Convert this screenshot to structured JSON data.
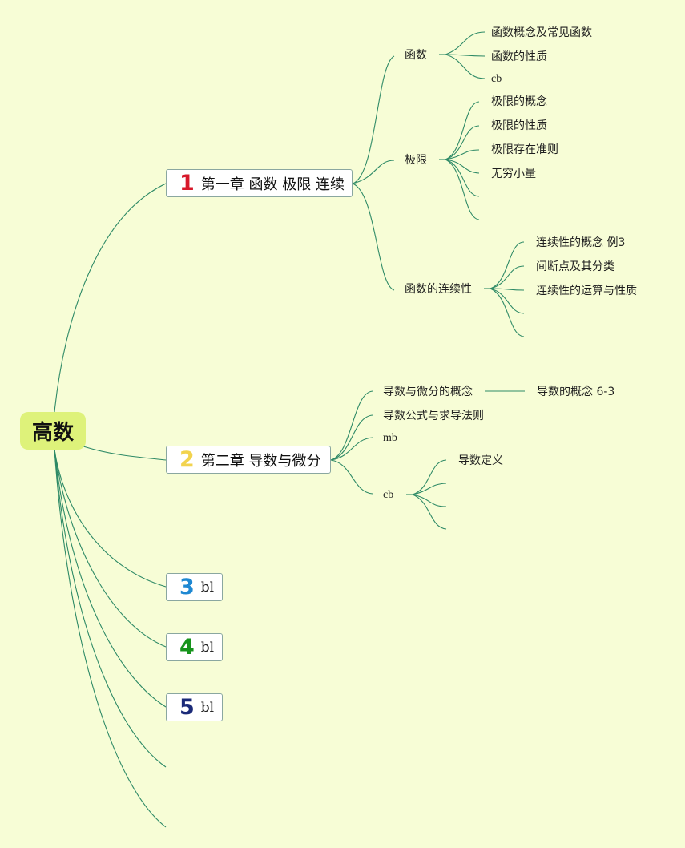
{
  "root": {
    "label": "高数"
  },
  "chapters": [
    {
      "number": "1",
      "number_color": "#d7182a",
      "title": "第一章 函数 极限 连续",
      "topics": [
        {
          "label": "函数",
          "items": [
            "函数概念及常见函数",
            "函数的性质",
            "cb"
          ]
        },
        {
          "label": "极限",
          "items": [
            "极限的概念",
            "极限的性质",
            "极限存在准则",
            "无穷小量",
            "",
            ""
          ]
        },
        {
          "label": "函数的连续性",
          "items": [
            "连续性的概念 例3",
            "间断点及其分类",
            "连续性的运算与性质",
            "",
            ""
          ]
        }
      ]
    },
    {
      "number": "2",
      "number_color": "#f2d34e",
      "title": "第二章 导数与微分",
      "topics": [
        {
          "label": "导数与微分的概念",
          "items": [
            "导数的概念 6-3"
          ]
        },
        {
          "label": "导数公式与求导法则",
          "items": []
        },
        {
          "label": "mb",
          "items": []
        },
        {
          "label": "cb",
          "items": [
            "导数定义",
            "",
            "",
            ""
          ]
        }
      ]
    },
    {
      "number": "3",
      "number_color": "#1e88d2",
      "title": "bl",
      "topics": []
    },
    {
      "number": "4",
      "number_color": "#17941c",
      "title": "bl",
      "topics": []
    },
    {
      "number": "5",
      "number_color": "#1b2a78",
      "title": "bl",
      "topics": []
    }
  ],
  "colors": {
    "background": "#f7fdd6",
    "root_fill": "#def27a",
    "line": "#2e8a66",
    "box_border": "#8aa7a0"
  }
}
